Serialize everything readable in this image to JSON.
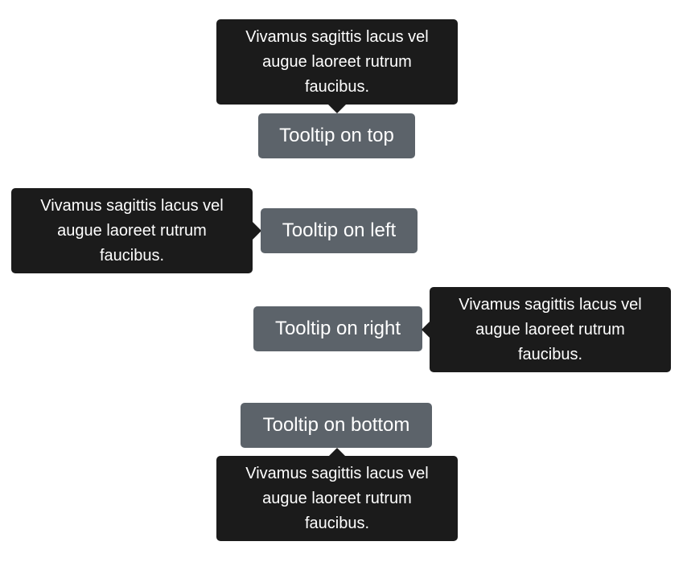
{
  "tooltip_text": {
    "line1": "Vivamus sagittis lacus vel",
    "line2": "augue laoreet rutrum",
    "line3": "faucibus."
  },
  "buttons": {
    "top": "Tooltip on top",
    "left": "Tooltip on left",
    "right": "Tooltip on right",
    "bottom": "Tooltip on bottom"
  },
  "colors": {
    "button_bg": "#5c636a",
    "tooltip_bg": "#1b1b1b",
    "text": "#ffffff"
  }
}
